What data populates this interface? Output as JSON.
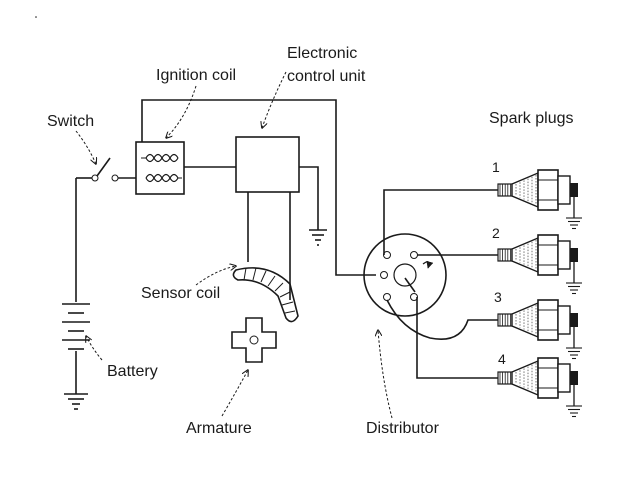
{
  "labels": {
    "switch": "Switch",
    "ignition_coil": "Ignition coil",
    "ecu_line1": "Electronic",
    "ecu_line2": "control unit",
    "spark_plugs": "Spark plugs",
    "sensor_coil": "Sensor coil",
    "battery": "Battery",
    "armature": "Armature",
    "distributor": "Distributor"
  },
  "plug_numbers": [
    "1",
    "2",
    "3",
    "4"
  ],
  "colors": {
    "ink": "#1a1a1a",
    "background": "#ffffff"
  }
}
